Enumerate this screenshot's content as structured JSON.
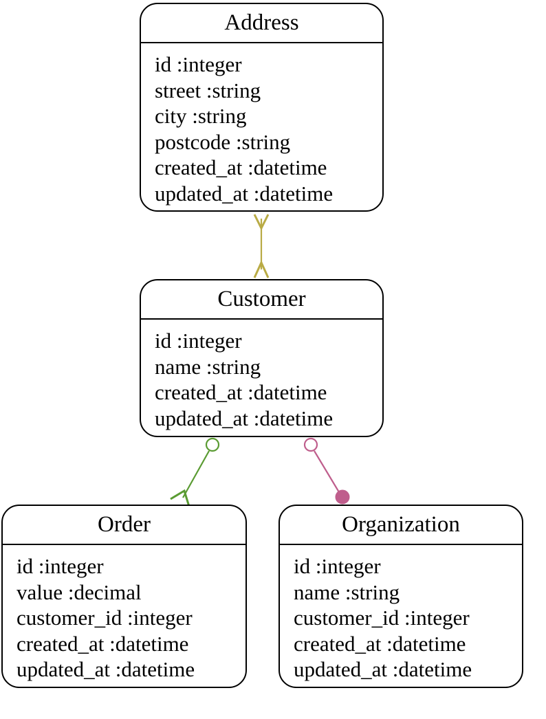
{
  "entities": [
    {
      "name": "Address",
      "attributes": [
        "id :integer",
        "street :string",
        "city :string",
        "postcode :string",
        "created_at :datetime",
        "updated_at :datetime"
      ]
    },
    {
      "name": "Customer",
      "attributes": [
        "id :integer",
        "name :string",
        "created_at :datetime",
        "updated_at :datetime"
      ]
    },
    {
      "name": "Order",
      "attributes": [
        "id :integer",
        "value :decimal",
        "customer_id :integer",
        "created_at :datetime",
        "updated_at :datetime"
      ]
    },
    {
      "name": "Organization",
      "attributes": [
        "id :integer",
        "name :string",
        "customer_id :integer",
        "created_at :datetime",
        "updated_at :datetime"
      ]
    }
  ],
  "relationships": [
    {
      "from": "Address",
      "to": "Customer",
      "from_end": "crow-foot",
      "to_end": "crow-foot",
      "color": "#b9ab45"
    },
    {
      "from": "Customer",
      "to": "Order",
      "from_end": "open-circle",
      "to_end": "crow-foot",
      "color": "#5a9b32"
    },
    {
      "from": "Customer",
      "to": "Organization",
      "from_end": "open-circle",
      "to_end": "filled-circle",
      "color": "#bf5e8c"
    }
  ]
}
